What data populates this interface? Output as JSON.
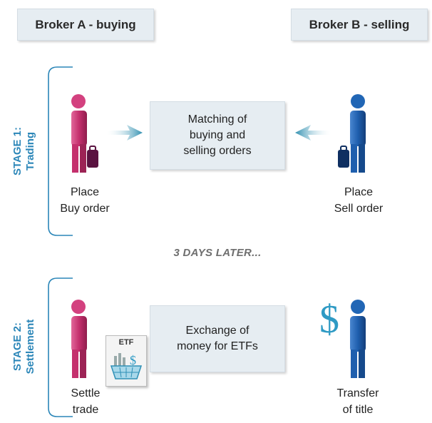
{
  "brokers": {
    "a_label": "Broker A - buying",
    "b_label": "Broker B - selling"
  },
  "stage1": {
    "title": "STAGE 1:",
    "subtitle": "Trading",
    "center_lines": [
      "Matching of",
      "buying and",
      "selling orders"
    ],
    "left_caption": [
      "Place",
      "Buy order"
    ],
    "right_caption": [
      "Place",
      "Sell order"
    ]
  },
  "interval": "3 DAYS LATER...",
  "stage2": {
    "title": "STAGE 2:",
    "subtitle": "Settlement",
    "center_lines": [
      "Exchange of",
      "money for ETFs"
    ],
    "left_caption": [
      "Settle",
      "trade"
    ],
    "right_caption": [
      "Transfer",
      "of title"
    ],
    "etf_badge_label": "ETF",
    "dollar_sign": "$"
  },
  "colors": {
    "buyer": "#d4407f",
    "seller": "#1f5fae",
    "stage_label": "#2b86b8",
    "arrow": "#2f8fb0",
    "box_fill": "#e6edf2"
  },
  "icons": [
    "person-buyer-icon",
    "person-seller-icon",
    "arrow-right-icon",
    "arrow-left-icon",
    "etf-basket-icon",
    "dollar-icon"
  ]
}
